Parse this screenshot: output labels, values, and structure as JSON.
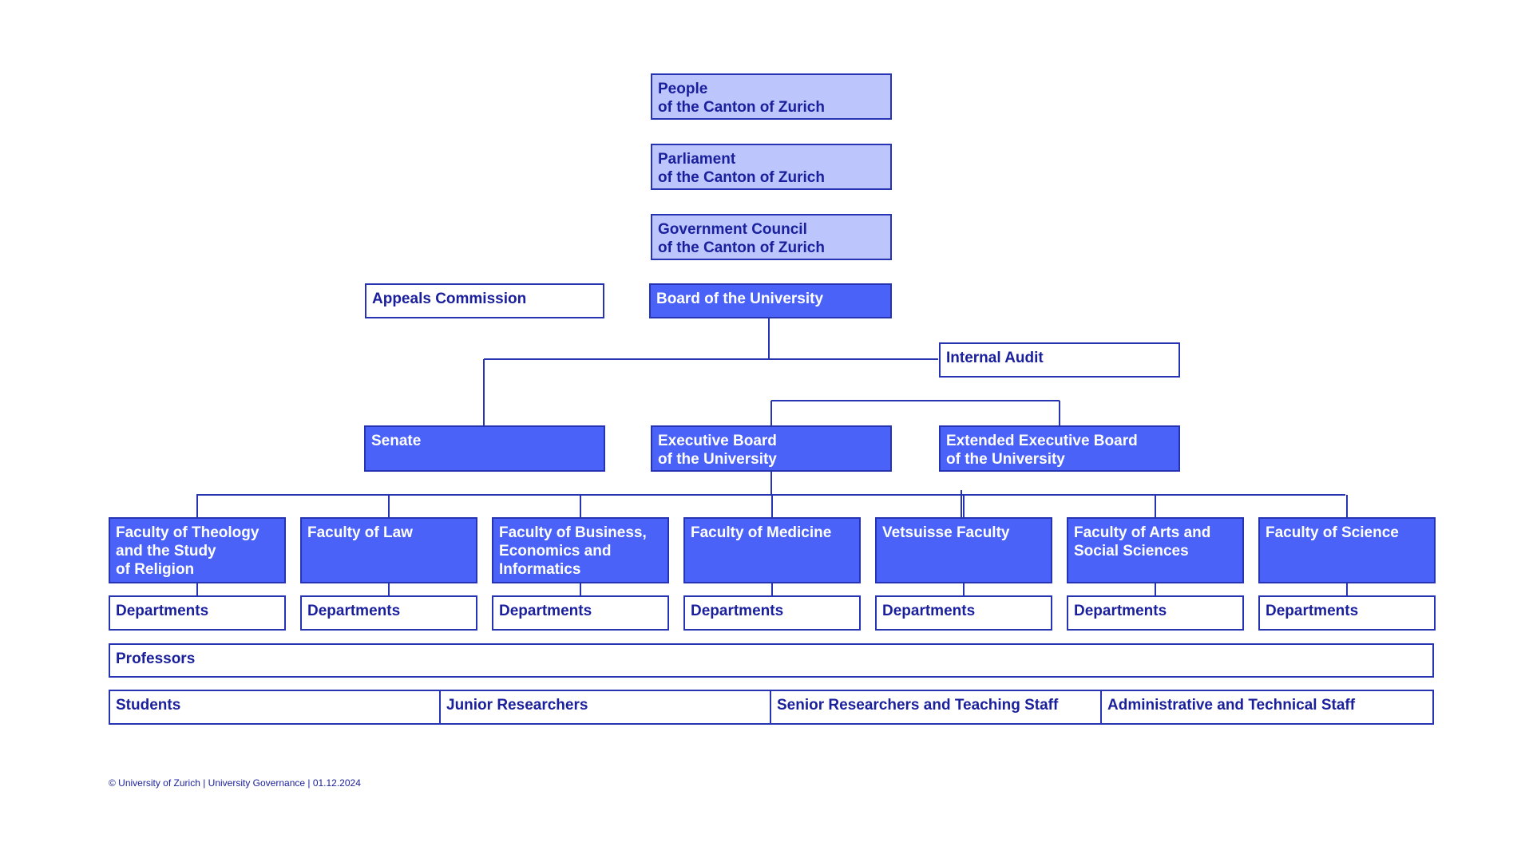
{
  "people": [
    "People",
    "of the Canton of Zurich"
  ],
  "parliament": [
    "Parliament",
    "of the Canton of Zurich"
  ],
  "government": [
    "Government Council",
    "of the Canton of Zurich"
  ],
  "appeals": "Appeals Commission",
  "board": "Board of the University",
  "audit": "Internal Audit",
  "senate": "Senate",
  "executive": [
    "Executive Board",
    "of the University"
  ],
  "extended": [
    "Extended Executive Board",
    "of the University"
  ],
  "faculties": [
    [
      "Faculty of Theology",
      "and the Study",
      "of Religion"
    ],
    [
      "Faculty of Law"
    ],
    [
      "Faculty of Business,",
      "Economics and",
      "Informatics"
    ],
    [
      "Faculty of Medicine"
    ],
    [
      "Vetsuisse Faculty"
    ],
    [
      "Faculty of Arts and",
      "Social Sciences"
    ],
    [
      "Faculty of Science"
    ]
  ],
  "departments": "Departments",
  "professors": "Professors",
  "groups": [
    "Students",
    "Junior Researchers",
    "Senior Researchers and Teaching Staff",
    "Administrative and Technical Staff"
  ],
  "footer": "© University of Zurich | University Governance | 01.12.2024",
  "colors": {
    "light": "#bcc6fc",
    "solid": "#4a62f7",
    "line": "#2634b3",
    "text": "#1a1f9c"
  }
}
